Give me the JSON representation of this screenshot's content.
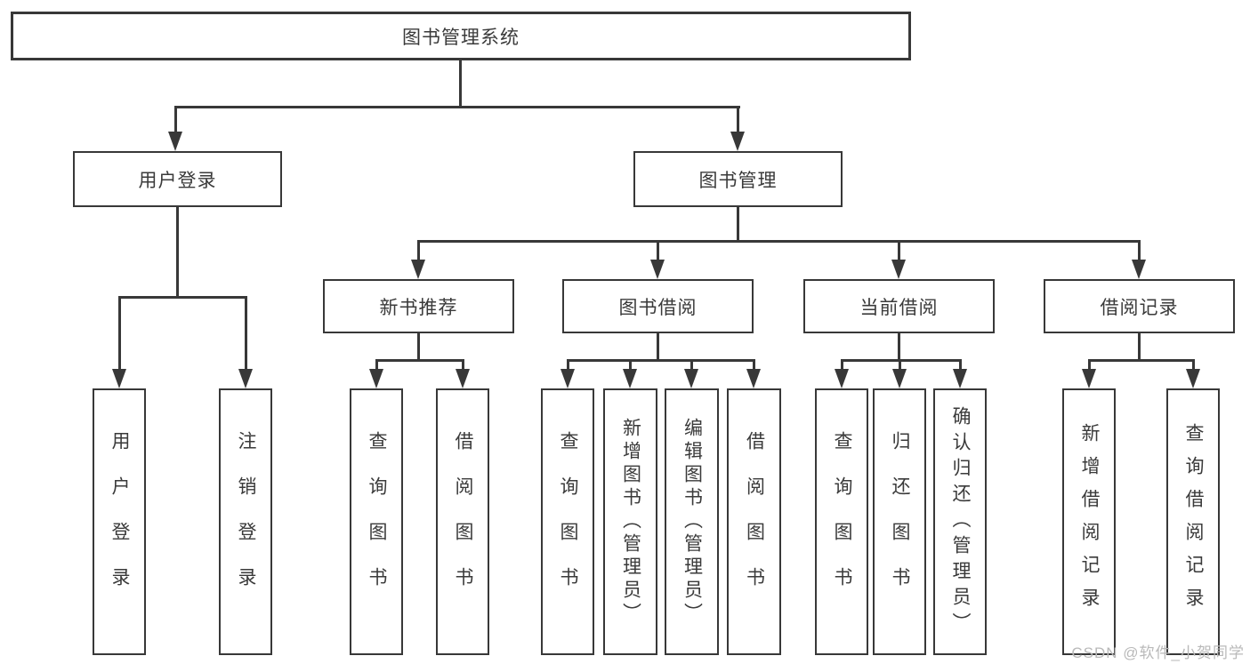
{
  "diagram": {
    "title": "图书管理系统",
    "root": {
      "label": "图书管理系统",
      "children": [
        {
          "label": "用户登录",
          "children": [
            {
              "label": "用户登录"
            },
            {
              "label": "注销登录"
            }
          ]
        },
        {
          "label": "图书管理",
          "children": [
            {
              "label": "新书推荐",
              "children": [
                {
                  "label": "查询图书"
                },
                {
                  "label": "借阅图书"
                }
              ]
            },
            {
              "label": "图书借阅",
              "children": [
                {
                  "label": "查询图书"
                },
                {
                  "label": "新增图书（管理员）"
                },
                {
                  "label": "编辑图书（管理员）"
                },
                {
                  "label": "借阅图书"
                }
              ]
            },
            {
              "label": "当前借阅",
              "children": [
                {
                  "label": "查询图书"
                },
                {
                  "label": "归还图书"
                },
                {
                  "label": "确认归还（管理员）"
                }
              ]
            },
            {
              "label": "借阅记录",
              "children": [
                {
                  "label": "新增借阅记录"
                },
                {
                  "label": "查询借阅记录"
                }
              ]
            }
          ]
        }
      ]
    }
  },
  "watermark": "CSDN @软件_小贺同学",
  "colors": {
    "line": "#383838",
    "text": "#3a3a3a",
    "watermark": "#b9b9b9",
    "background": "#ffffff"
  }
}
